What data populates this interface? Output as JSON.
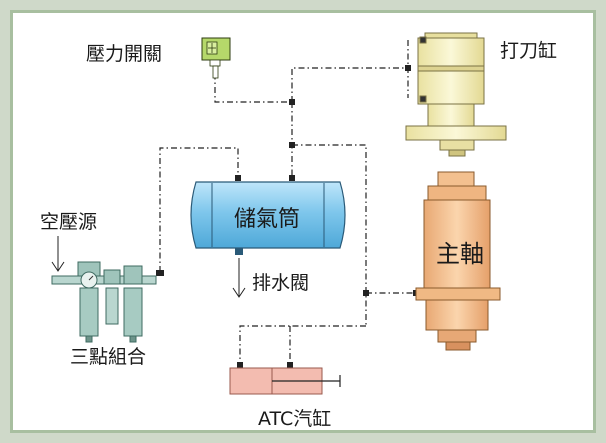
{
  "labels": {
    "pressure_switch": "壓力開關",
    "clamp_cylinder": "打刀缸",
    "air_source": "空壓源",
    "tank": "儲氣筒",
    "drain_valve": "排水閥",
    "spindle": "主軸",
    "frl_unit": "三點組合",
    "atc_cylinder": "ATC汽缸"
  },
  "colors": {
    "panel_bg": "#ffffff",
    "frame_bg": "#cfd9c9",
    "tank_fill": "#7fc7ec",
    "switch_fill": "#b5d86a",
    "cylinder_fill": "#f5f0c0",
    "spindle_fill": "#f6c79a",
    "atc_fill": "#f3bcb0",
    "line": "#222222"
  }
}
